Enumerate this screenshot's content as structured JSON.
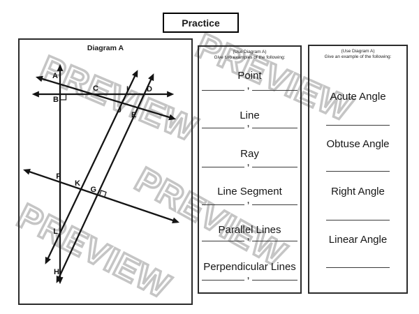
{
  "title": "Practice",
  "watermark": {
    "text": "PREVIEW",
    "color": "#c5c5c5"
  },
  "diagram": {
    "title": "Diagram A",
    "line_color": "#141414",
    "point_labels": [
      "A",
      "B",
      "C",
      "D",
      "E",
      "F",
      "G",
      "H",
      "I",
      "J",
      "K",
      "L"
    ],
    "right_angle_marks_at": [
      "B",
      "G"
    ]
  },
  "middle_panel": {
    "header_line1": "(Use Diagram A)",
    "header_line2": "Give two examples of the following:",
    "separator": ",",
    "items": [
      {
        "label": "Point"
      },
      {
        "label": "Line"
      },
      {
        "label": "Ray"
      },
      {
        "label": "Line Segment"
      },
      {
        "label": "Parallel Lines"
      },
      {
        "label": "Perpendicular Lines"
      }
    ]
  },
  "right_panel": {
    "header_line1": "(Use Diagram A)",
    "header_line2": "Give an example of the following:",
    "items": [
      {
        "label": "Acute Angle"
      },
      {
        "label": "Obtuse Angle"
      },
      {
        "label": "Right Angle"
      },
      {
        "label": "Linear Angle"
      }
    ]
  }
}
